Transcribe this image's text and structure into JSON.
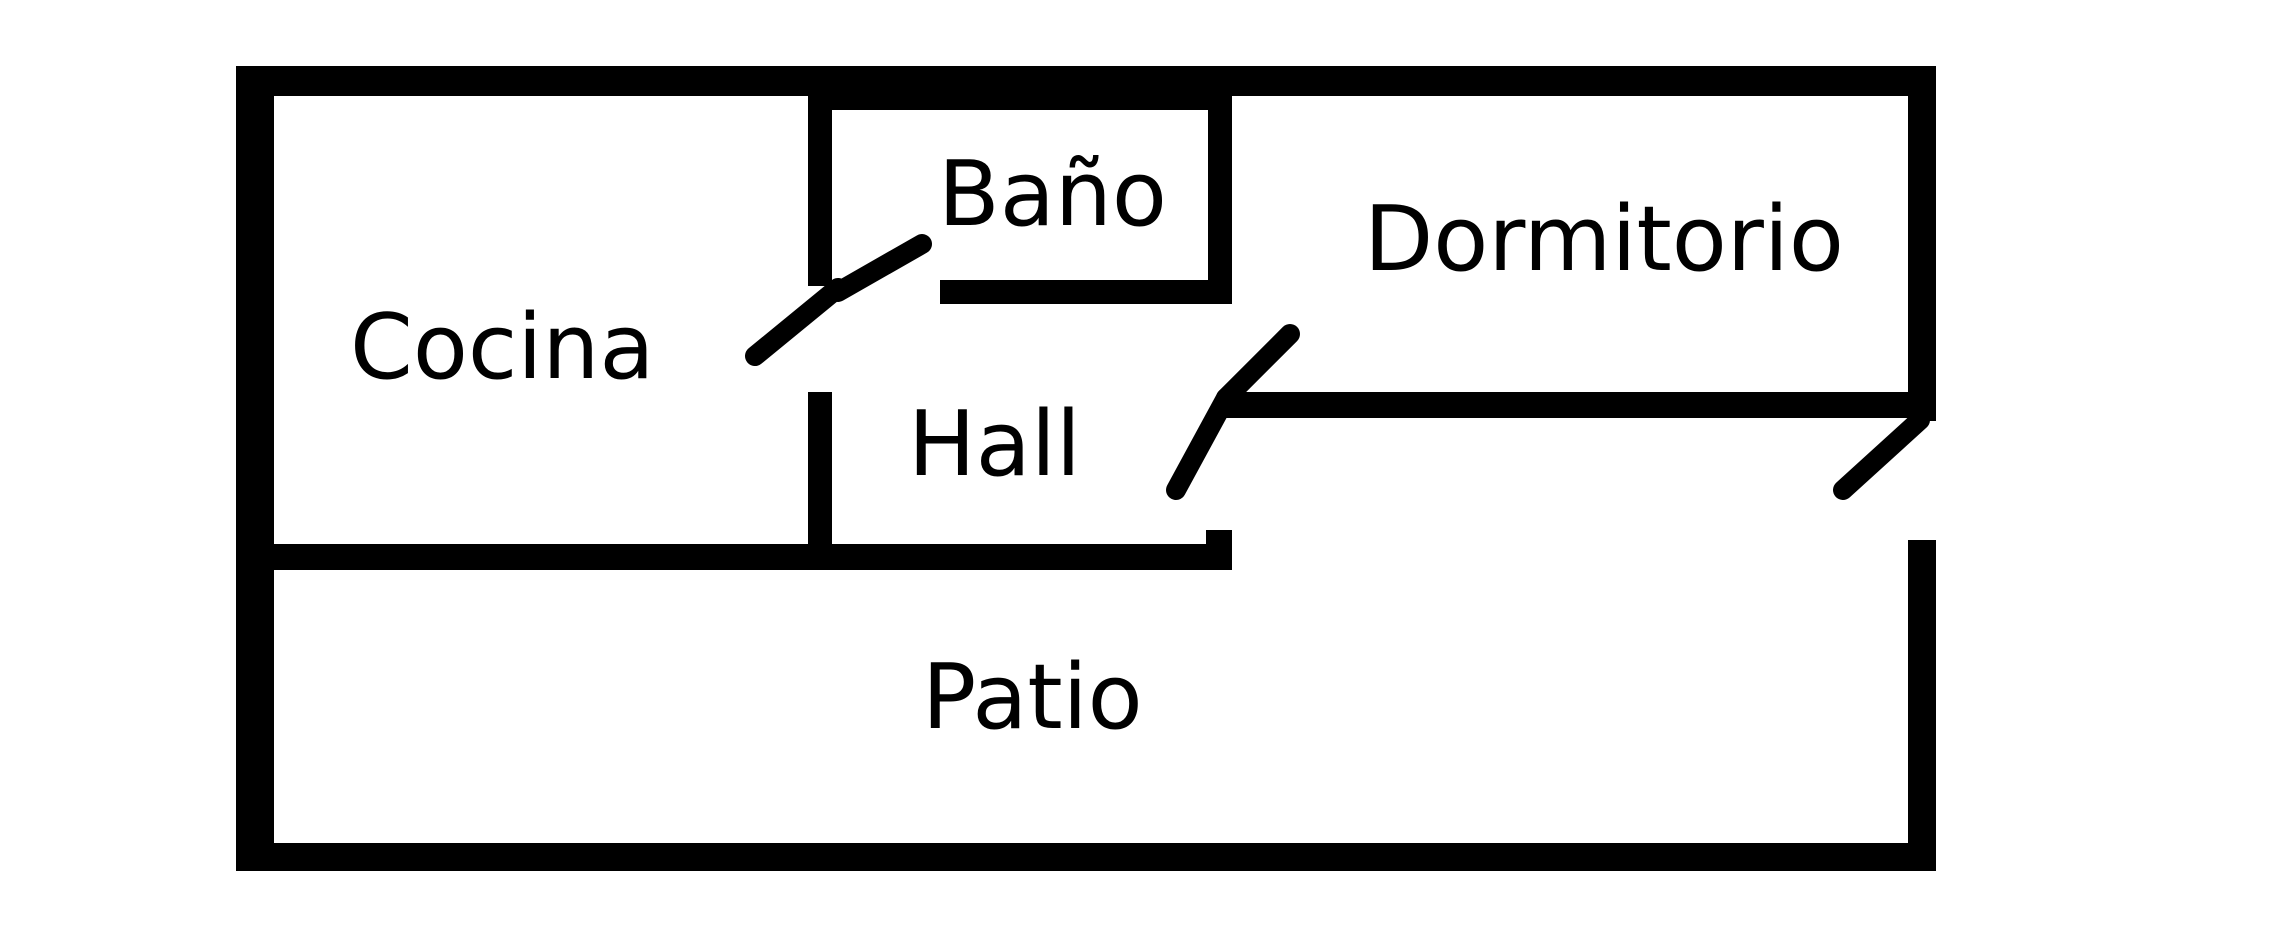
{
  "floorplan": {
    "rooms": {
      "kitchen": "Cocina",
      "bathroom": "Baño",
      "bedroom": "Dormitorio",
      "hall": "Hall",
      "patio": "Patio"
    },
    "colors": {
      "wall": "#000000",
      "background": "#ffffff"
    }
  }
}
